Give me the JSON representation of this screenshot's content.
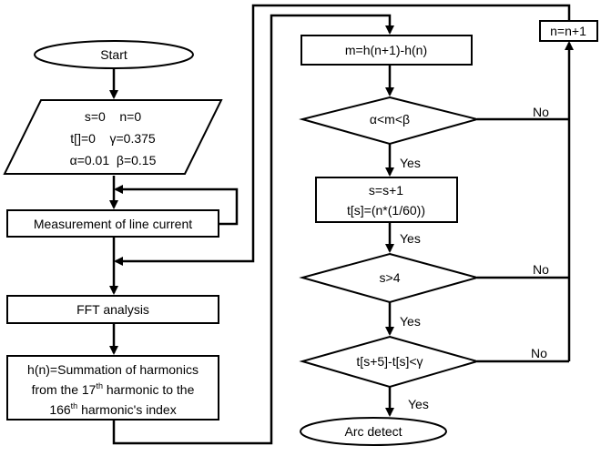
{
  "flowchart": {
    "start": "Start",
    "init": {
      "line1": "s=0    n=0",
      "line2": "t[]=0    γ=0.375",
      "line3": "α=0.01  β=0.15"
    },
    "measure": "Measurement of line current",
    "fft": "FFT analysis",
    "summation": {
      "line1": "h(n)=Summation of harmonics",
      "line2_a": "from the 17",
      "line2_sup": "th",
      "line2_b": " harmonic to the",
      "line3_a": "166",
      "line3_sup": "th",
      "line3_b": " harmonic's index"
    },
    "m_calc": "m=h(n+1)-h(n)",
    "cond1": "α<m<β",
    "update": {
      "line1": "s=s+1",
      "line2": "t[s]=(n*(1/60))"
    },
    "cond2": "s>4",
    "cond3": "t[s+5]-t[s]<γ",
    "arc": "Arc detect",
    "increment": "n=n+1",
    "labels": {
      "yes": "Yes",
      "no": "No"
    }
  }
}
